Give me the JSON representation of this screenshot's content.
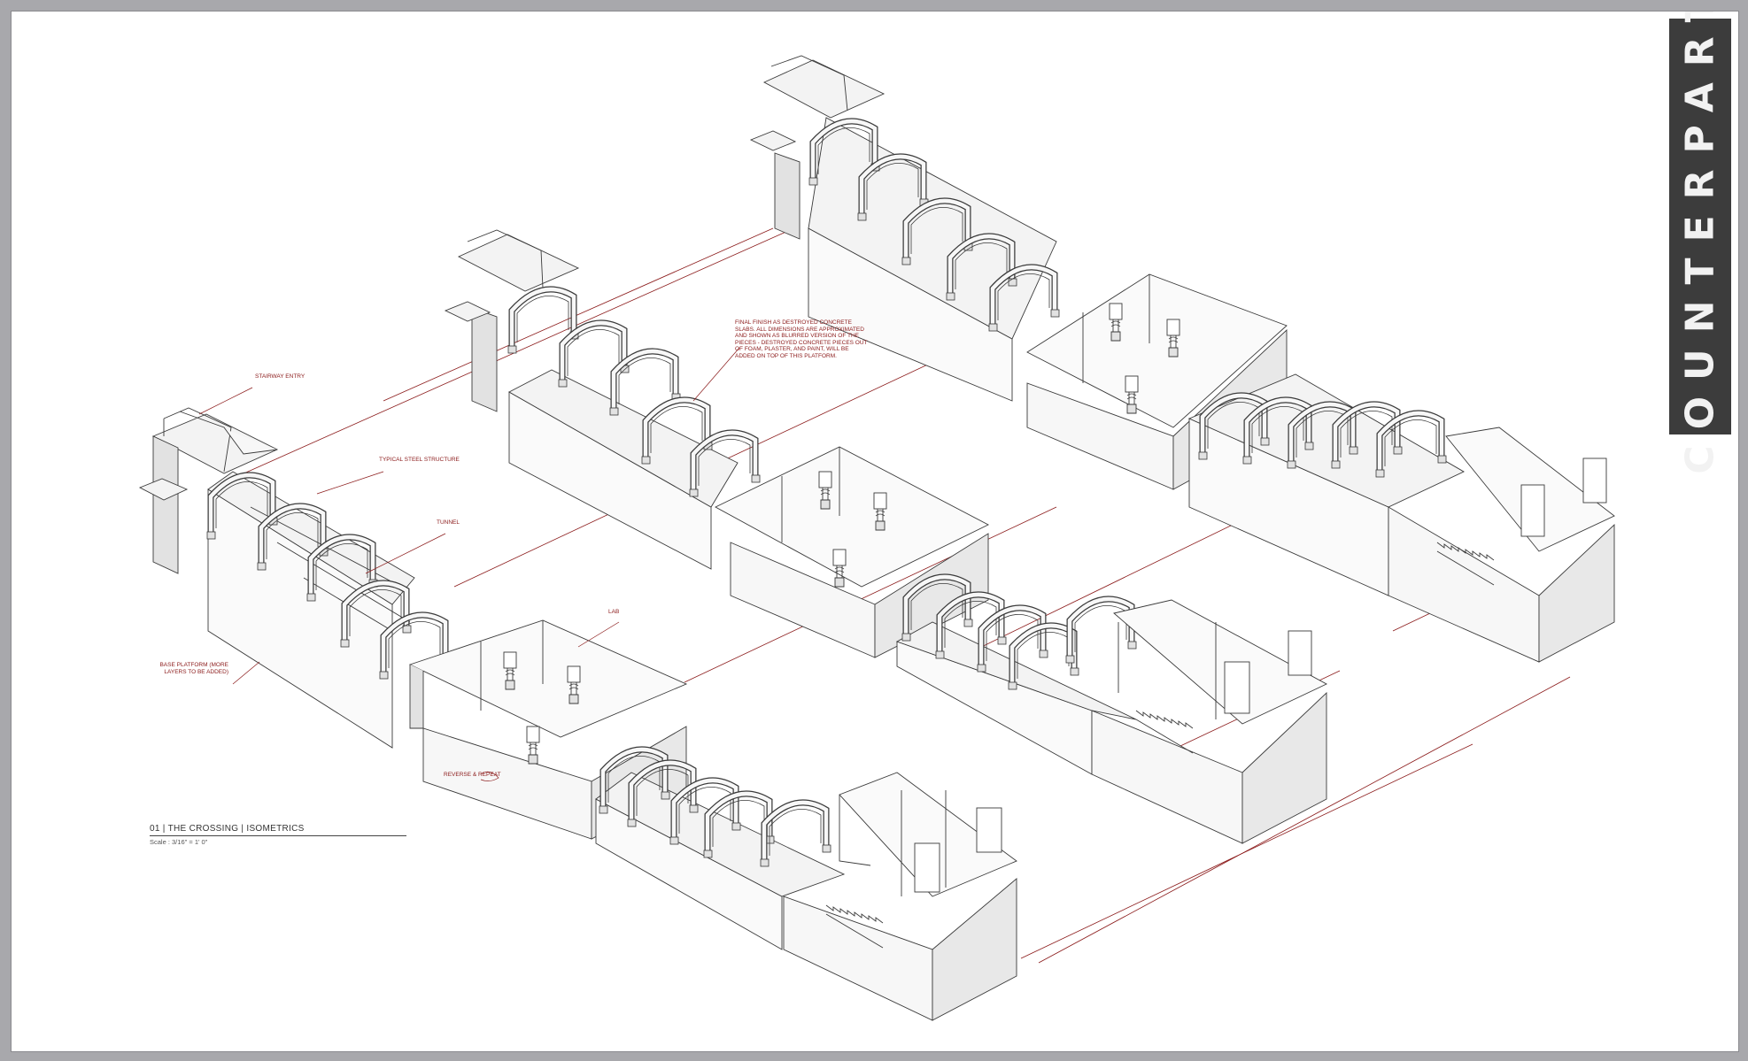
{
  "brand": {
    "logo_text": "COUNTERPART"
  },
  "drawing": {
    "title": "01 | THE CROSSING | ISOMETRICS",
    "scale": "Scale : 3/16\" = 1' 0\""
  },
  "annotations": {
    "stairway_entry": "STAIRWAY ENTRY",
    "typical_steel_structure": "TYPICAL STEEL STRUCTURE",
    "tunnel": "TUNNEL",
    "lab": "LAB",
    "base_platform": "BASE PLATFORM (MORE LAYERS TO BE ADDED)",
    "final_finish_note": "FINAL FINISH AS DESTROYED CONCRETE SLABS. ALL DIMENSIONS ARE APPROXIMATED AND SHOWN AS BLURRED VERSION OF THE PIECES - DESTROYED CONCRETE PIECES OUT OF FOAM, PLASTER, AND PAINT, WILL BE ADDED ON TOP OF THIS PLATFORM.",
    "reverse_repeat": "REVERSE & REPEAT"
  },
  "colors": {
    "annotation": "#8b1a1a",
    "line": "#3a3a3a",
    "fill_light": "#f3f3f3",
    "fill_mid": "#e2e2e2",
    "brand_bg": "#3c3c3c"
  }
}
